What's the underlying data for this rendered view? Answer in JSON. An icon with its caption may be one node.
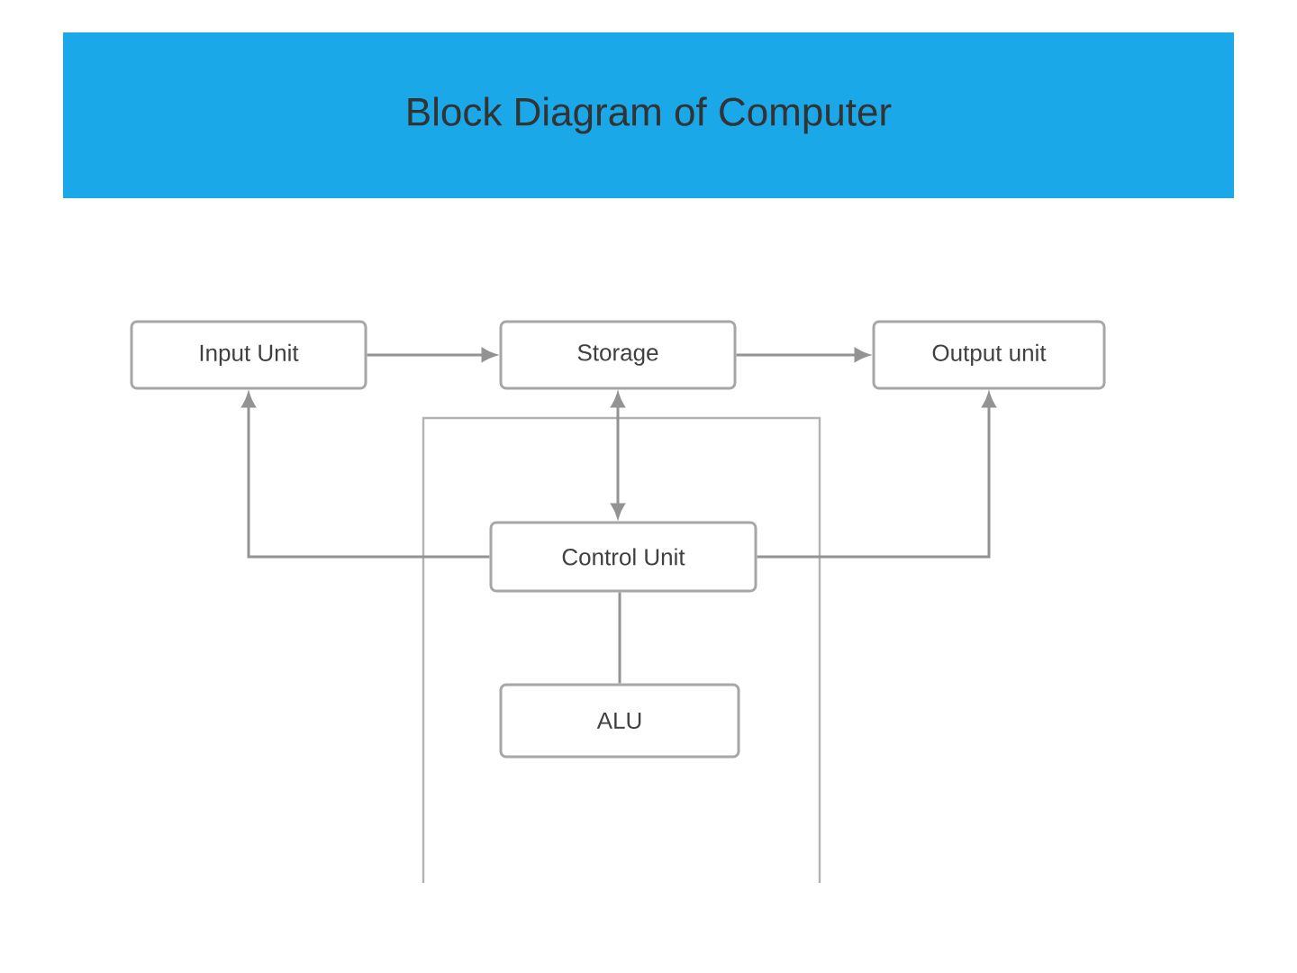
{
  "diagram": {
    "title": "Block Diagram of Computer",
    "nodes": [
      {
        "text": [
          "Input Unit"
        ]
      },
      {
        "text": [
          "Storage"
        ]
      },
      {
        "text": [
          "Output unit"
        ]
      },
      {
        "text": [
          "Control Unit"
        ]
      },
      {
        "text": [
          "ALU"
        ]
      }
    ],
    "edges": [
      {
        "from": 0,
        "to": 1,
        "arrow": "to"
      },
      {
        "from": 1,
        "to": 2,
        "arrow": "to"
      },
      {
        "from": 3,
        "to": 0,
        "arrow": "to"
      },
      {
        "from": 3,
        "to": 2,
        "arrow": "to"
      },
      {
        "from": 3,
        "to": 1,
        "arrow": "both"
      },
      {
        "from": 3,
        "to": 4,
        "arrow": "none"
      }
    ]
  }
}
